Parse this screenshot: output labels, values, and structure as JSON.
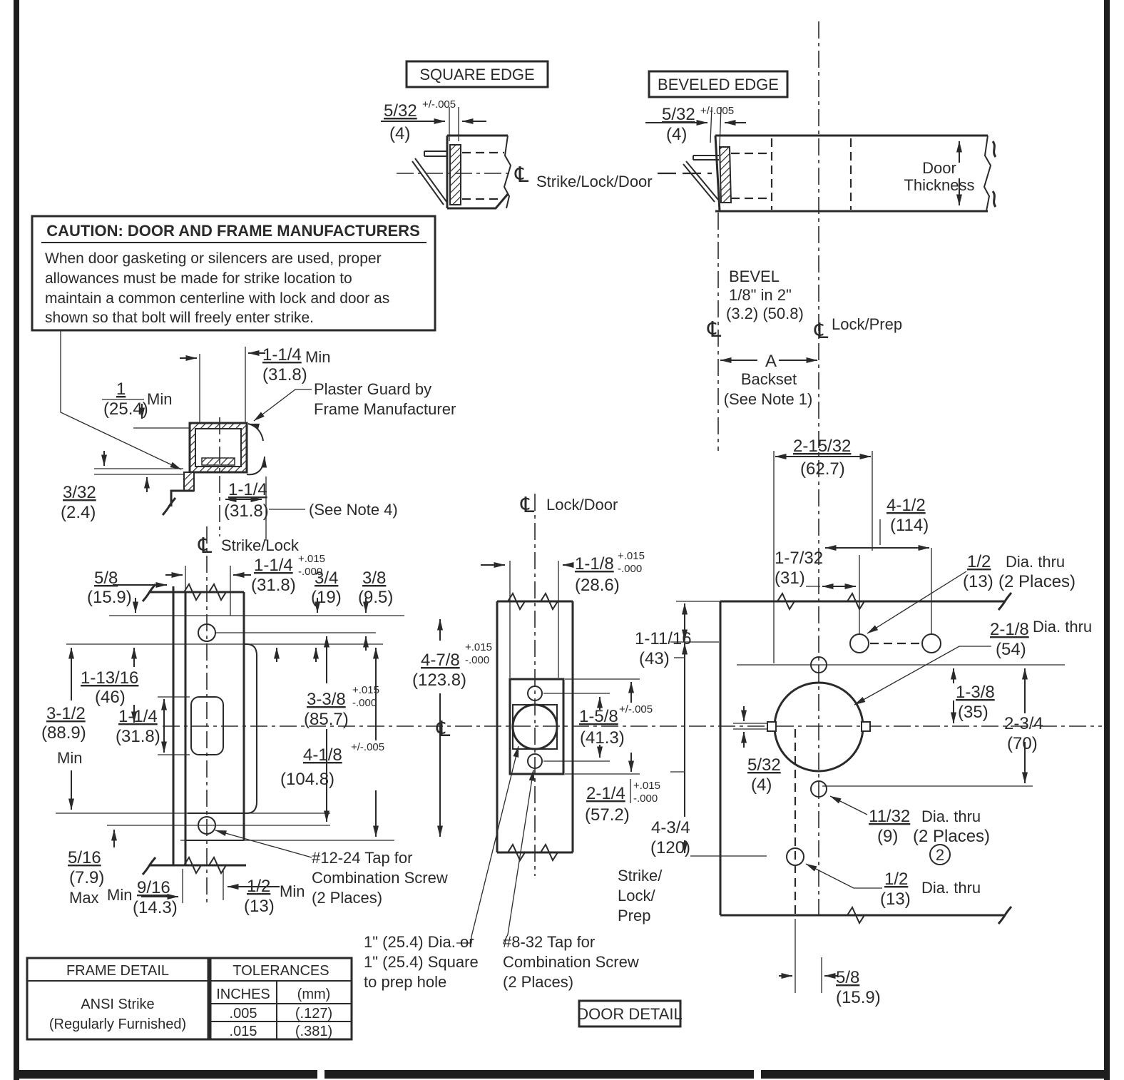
{
  "sym": {
    "cl": "℄",
    "note2": "2"
  },
  "square_edge": {
    "title": "SQUARE EDGE",
    "frac": "5/32",
    "tol": "+/-.005",
    "mm": "(4)"
  },
  "beveled_edge": {
    "title": "BEVELED EDGE",
    "frac": "5/32",
    "tol": "+/-.005",
    "mm": "(4)"
  },
  "top": {
    "cl_label": "Strike/Lock/Door",
    "door_1": "Door",
    "door_2": "Thickness"
  },
  "bevel": {
    "l1": "BEVEL",
    "l2": "1/8\" in 2\"",
    "l3": "(3.2) (50.8)",
    "lock_prep": "Lock/Prep",
    "a": "A",
    "backset": "Backset",
    "note": "(See Note 1)"
  },
  "caution": {
    "title": "CAUTION: DOOR AND FRAME MANUFACTURERS",
    "l1": "When door gasketing or silencers are used, proper",
    "l2": "allowances must be made for strike location to",
    "l3": "maintain a common centerline with lock and door as",
    "l4": "shown so that bolt will freely enter strike."
  },
  "plaster": {
    "label1": "Plaster Guard by",
    "label2": "Frame Manufacturer",
    "d1_frac": "1",
    "d1_mm": "(25.4)",
    "d1_suffix": "Min",
    "d2_frac": "1-1/4",
    "d2_mm": "(31.8)",
    "d2_suffix": "Min",
    "d3_frac": "3/32",
    "d3_mm": "(2.4)",
    "d4_frac": "1-1/4",
    "d4_mm": "(31.8)",
    "d4_note": "(See Note 4)",
    "cl_label": "Strike/Lock"
  },
  "strike": {
    "d58": {
      "f": "5/8",
      "mm": "(15.9)"
    },
    "d114": {
      "f": "1-1/4",
      "tp": "+.015",
      "tb": "-.000",
      "mm": "(31.8)"
    },
    "d34": {
      "f": "3/4",
      "mm": "(19)"
    },
    "d38": {
      "f": "3/8",
      "mm": "(9.5)"
    },
    "d11316": {
      "f": "1-13/16",
      "mm": "(46)"
    },
    "d312": {
      "f": "3-1/2",
      "mm": "(88.9)",
      "s": "Min"
    },
    "d114b": {
      "f": "1-1/4",
      "mm": "(31.8)"
    },
    "d338": {
      "f": "3-3/8",
      "tp": "+.015",
      "tb": "-.000",
      "mm": "(85.7)"
    },
    "d478": {
      "f": "4-7/8",
      "tp": "+.015",
      "tb": "-.000",
      "mm": "(123.8)"
    },
    "d418": {
      "f": "4-1/8",
      "tol": "+/-.005",
      "mm": "(104.8)"
    },
    "d516": {
      "f": "5/16",
      "mm": "(7.9)",
      "s": "Max"
    },
    "d916": {
      "p": "Min",
      "f": "9/16",
      "mm": "(14.3)"
    },
    "d12": {
      "f": "1/2",
      "mm": "(13)",
      "s": "Min"
    },
    "tap1": "#12-24 Tap for",
    "tap2": "Combination Screw",
    "tap3": "(2 Places)"
  },
  "mid": {
    "cl_label": "Lock/Door",
    "d118": {
      "f": "1-1/8",
      "tp": "+.015",
      "tb": "-.000",
      "mm": "(28.6)"
    },
    "d158": {
      "f": "1-5/8",
      "tol": "+/-.005",
      "mm": "(41.3)"
    },
    "d214": {
      "f": "2-1/4",
      "tp": "+.015",
      "tb": "-.000",
      "mm": "(57.2)"
    },
    "d11116": {
      "f": "1-11/16",
      "mm": "(43)"
    },
    "d434": {
      "f": "4-3/4",
      "mm": "(120)"
    },
    "slp1": "Strike/",
    "slp2": "Lock/",
    "slp3": "Prep",
    "tap1": "#8-32 Tap for",
    "tap2": "Combination Screw",
    "tap3": "(2 Places)",
    "prep1": "1\" (25.4) Dia. or",
    "prep2": "1\" (25.4) Square",
    "prep3": "to prep hole"
  },
  "door": {
    "d21532": {
      "f": "2-15/32",
      "mm": "(62.7)"
    },
    "d412": {
      "f": "4-1/2",
      "mm": "(114)"
    },
    "d1732": {
      "f": "1-7/32",
      "mm": "(31)"
    },
    "d12top": {
      "f": "1/2",
      "l": "Dia. thru",
      "mm": "(13)",
      "pl": "(2 Places)"
    },
    "d218": {
      "f": "2-1/8",
      "l": "Dia. thru",
      "mm": "(54)"
    },
    "d138": {
      "f": "1-3/8",
      "mm": "(35)"
    },
    "d234": {
      "f": "2-3/4",
      "mm": "(70)"
    },
    "d532": {
      "f": "5/32",
      "mm": "(4)"
    },
    "d1132": {
      "f": "11/32",
      "l": "Dia. thru",
      "mm": "(9)",
      "pl": "(2 Places)"
    },
    "d12bot": {
      "f": "1/2",
      "mm": "(13)",
      "l": "Dia. thru"
    },
    "d58": {
      "f": "5/8",
      "mm": "(15.9)"
    },
    "title": "DOOR DETAIL"
  },
  "tables": {
    "frame": {
      "header": "FRAME DETAIL",
      "l1": "ANSI Strike",
      "l2": "(Regularly Furnished)"
    },
    "tol": {
      "header": "TOLERANCES",
      "c1": "INCHES",
      "c2": "(mm)",
      "r1c1": ".005",
      "r1c2": "(.127)",
      "r2c1": ".015",
      "r2c2": "(.381)"
    }
  }
}
